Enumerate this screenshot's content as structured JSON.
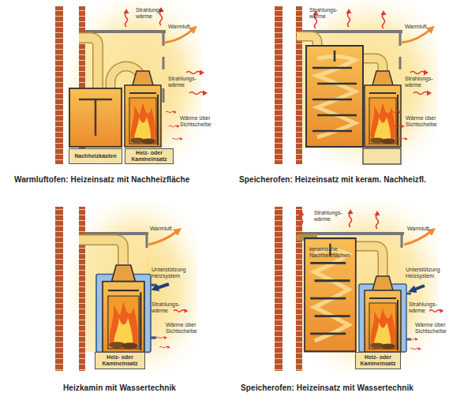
{
  "diagram": {
    "nodes": [
      {
        "text": [
          "Nachheizkasten"
        ]
      },
      {
        "text": [
          "Heiz- oder Kamineinsatz"
        ]
      },
      {
        "text": [
          "Heiz- oder Kamineinsatz"
        ]
      },
      {
        "text": [
          "Heiz- oder Kamineinsatz"
        ]
      }
    ],
    "labels": [
      "Strahlungs- wärme",
      "Warmluft",
      "Strahlungs- wärme",
      "Wärme über Sichtscheibe",
      "Warmluftofen: Heizeinsatz mit Nachheizfläche",
      "Strahlungs- wärme",
      "Warmluft",
      "Strahlungs- wärme",
      "Wärme über Sichtscheibe",
      "Speicherofen: Heizeinsatz mit keram. Nachheizfl.",
      "Warmluft",
      "Unterstützung Heizsystem",
      "Strahlungs- wärme",
      "Wärme über Sichtscheibe",
      "Heizkamin mit Wassertechnik",
      "Strahlungs- wärme",
      "Warmluft",
      "keramische Nachheizflächen",
      "Unterstützung Heizsystem",
      "Strahlungs- wärme",
      "Wärme über Sichtscheibe",
      "Speicherofen: Heizeinsatz mit Wassertechnik"
    ]
  }
}
